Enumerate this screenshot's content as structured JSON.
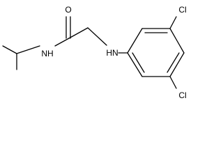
{
  "molecule": {
    "atoms": {
      "carbonyl_oxygen": "O",
      "amide_nitrogen": "NH",
      "amine_nitrogen": "HN",
      "chlorine_top": "Cl",
      "chlorine_bottom": "Cl"
    }
  }
}
